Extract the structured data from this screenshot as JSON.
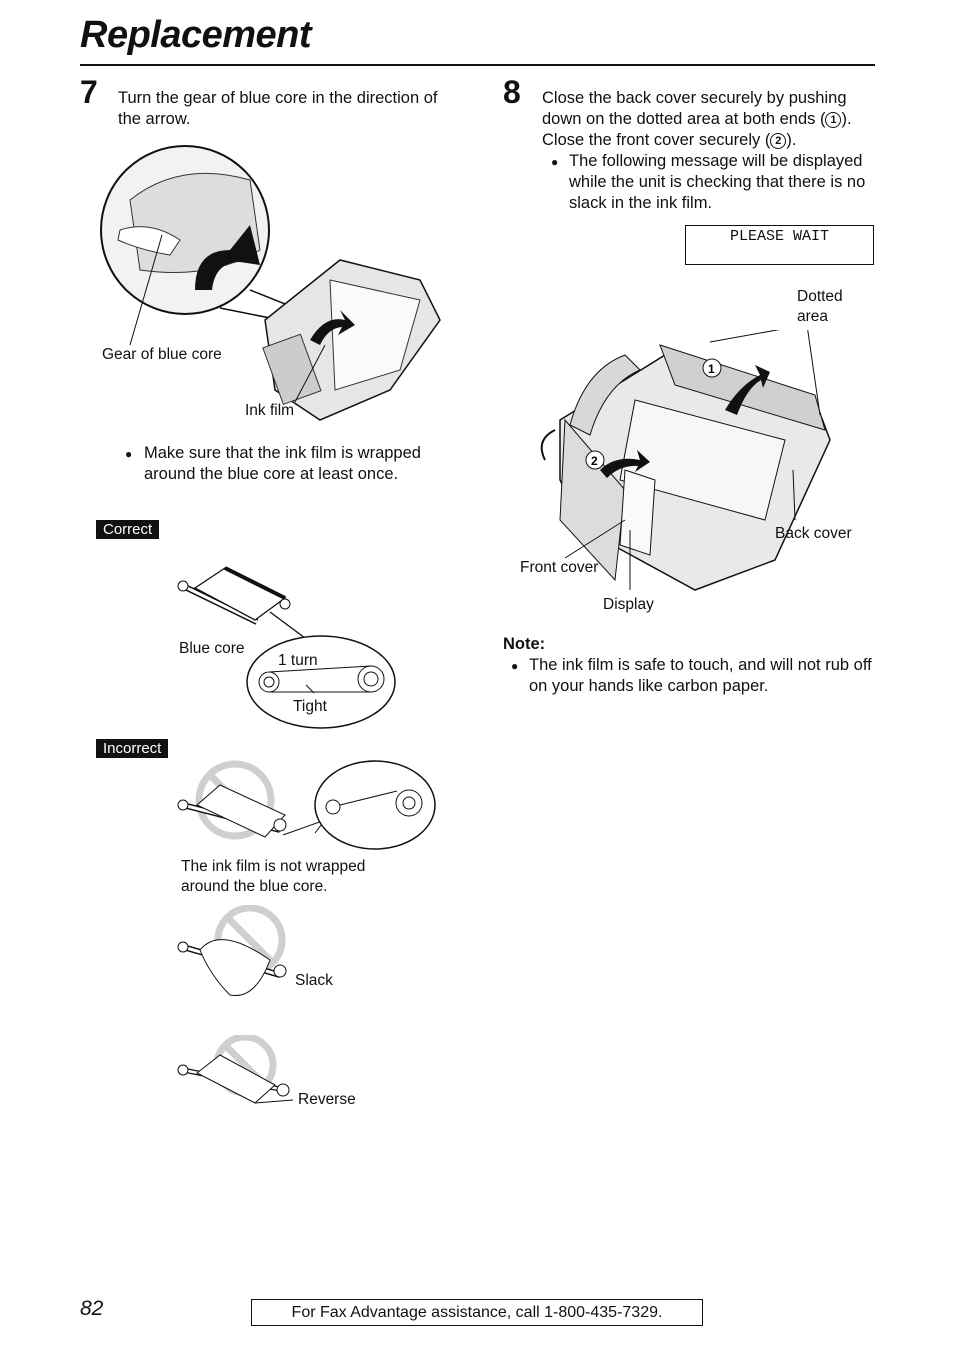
{
  "header": {
    "title": "Replacement"
  },
  "step7": {
    "number": "7",
    "text": "Turn the gear of blue core in the direction of the arrow.",
    "labels": {
      "gear": "Gear of blue core",
      "ink_film": "Ink film"
    },
    "bullet": "Make sure that the ink film is wrapped around the blue core at least once.",
    "correct_tag": "Correct",
    "incorrect_tag": "Incorrect",
    "correct_labels": {
      "blue_core": "Blue core",
      "one_turn": "1 turn",
      "tight": "Tight"
    },
    "incorrect_labels": {
      "not_wrapped_line1": "The ink film is not wrapped",
      "not_wrapped_line2": "around the blue core.",
      "slack": "Slack",
      "reverse": "Reverse"
    }
  },
  "step8": {
    "number": "8",
    "line1": "Close the back cover securely by pushing",
    "line2_pre": "down on the dotted area at both ends (",
    "line2_post": ").",
    "line3_pre": "Close the front cover securely (",
    "line3_post": ").",
    "marker1": "1",
    "marker2": "2",
    "bullet": "The following message will be displayed while the unit is checking that there is no slack in the ink film.",
    "display_message": "PLEASE WAIT",
    "labels": {
      "dotted_line1": "Dotted",
      "dotted_line2": "area",
      "back_cover": "Back cover",
      "front_cover": "Front cover",
      "display": "Display"
    }
  },
  "note": {
    "heading": "Note:",
    "bullet": "The ink film is safe to touch, and will not rub off on your hands like carbon paper."
  },
  "footer": {
    "page_number": "82",
    "assistance": "For Fax Advantage assistance, call 1-800-435-7329."
  }
}
